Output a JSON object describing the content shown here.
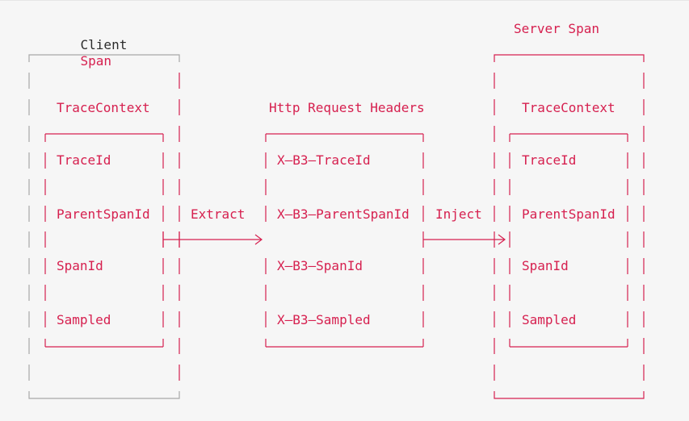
{
  "client_title": {
    "word1": "Client",
    "word2": "Span"
  },
  "server_title": "Server Span",
  "client": {
    "context_label": "TraceContext",
    "fields": [
      "TraceId",
      "ParentSpanId",
      "SpanId",
      "Sampled"
    ]
  },
  "headers": {
    "title": "Http Request Headers",
    "fields": [
      "X—B3—TraceId",
      "X—B3—ParentSpanId",
      "X—B3—SpanId",
      "X—B3—Sampled"
    ]
  },
  "server": {
    "context_label": "TraceContext",
    "fields": [
      "TraceId",
      "ParentSpanId",
      "SpanId",
      "Sampled"
    ]
  },
  "arrows": {
    "extract": "Extract",
    "inject": "Inject"
  },
  "colors": {
    "accent": "#d6204f",
    "gray_box": "#a8a8a8",
    "text_dark": "#2b2b2b",
    "background": "#f6f6f6"
  }
}
